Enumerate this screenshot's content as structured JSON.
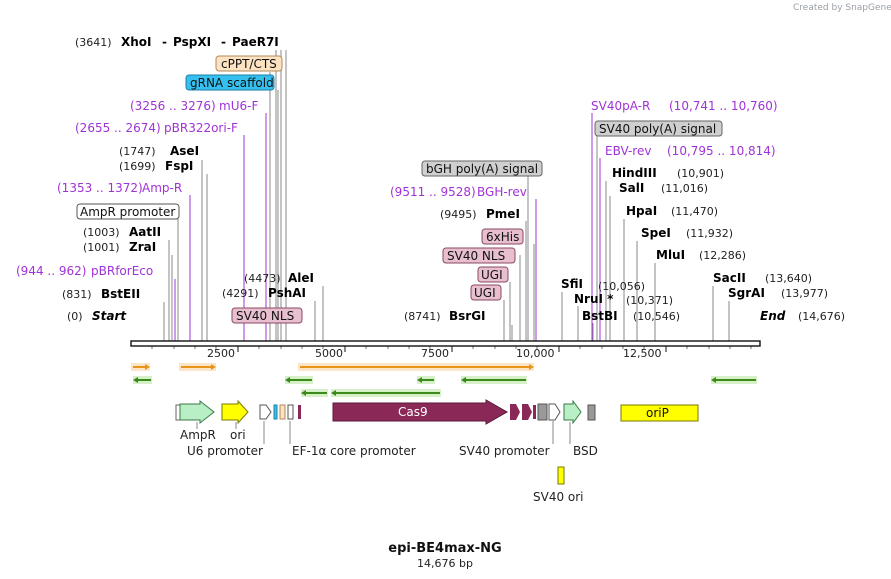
{
  "app": {
    "brand": "Created by SnapGene"
  },
  "plasmid": {
    "name": "epi-BE4max-NG",
    "size_label": "14,676 bp"
  },
  "axis": {
    "ticks": [
      "2500",
      "5000",
      "7500",
      "10,000",
      "12,500"
    ]
  },
  "left_sites": [
    {
      "pos": "(3641)",
      "names": [
        "XhoI",
        "PspXI",
        "PaeR7I"
      ]
    },
    {
      "pos": "(1747)",
      "name": "AseI"
    },
    {
      "pos": "(1699)",
      "name": "FspI"
    },
    {
      "pos": "(1003)",
      "name": "AatII"
    },
    {
      "pos": "(1001)",
      "name": "ZraI"
    },
    {
      "pos": "(831)",
      "name": "BstEII"
    },
    {
      "pos": "(0)",
      "name": "Start"
    },
    {
      "pos": "(4473)",
      "name": "AleI"
    },
    {
      "pos": "(4291)",
      "name": "PshAI"
    }
  ],
  "left_primers": [
    {
      "range": "(3256 .. 3276)",
      "name": "mU6-F"
    },
    {
      "range": "(2655 .. 2674)",
      "name": "pBR322ori-F"
    },
    {
      "range": "(1353 .. 1372)",
      "name": "Amp-R"
    },
    {
      "range": "(944 .. 962)",
      "name": "pBRforEco"
    }
  ],
  "left_boxes": [
    "cPPT/CTS",
    "gRNA scaffold",
    "AmpR promoter",
    "SV40 NLS"
  ],
  "middle_sites": [
    {
      "pos": "(9495)",
      "name": "PmeI"
    },
    {
      "pos": "(8741)",
      "name": "BsrGI"
    }
  ],
  "middle_primers": [
    {
      "range": "(9511 .. 9528)",
      "name": "BGH-rev"
    }
  ],
  "middle_boxes": [
    "bGH poly(A) signal",
    "6xHis",
    "SV40 NLS",
    "UGI",
    "UGI"
  ],
  "right_primers": [
    {
      "name": "SV40pA-R",
      "range": "(10,741 .. 10,760)"
    },
    {
      "name": "EBV-rev",
      "range": "(10,795 .. 10,814)"
    }
  ],
  "right_boxes": [
    "SV40 poly(A) signal"
  ],
  "right_sites": [
    {
      "name": "HindIII",
      "pos": "(10,901)"
    },
    {
      "name": "SalI",
      "pos": "(11,016)"
    },
    {
      "name": "HpaI",
      "pos": "(11,470)"
    },
    {
      "name": "SpeI",
      "pos": "(11,932)"
    },
    {
      "name": "MluI",
      "pos": "(12,286)"
    },
    {
      "name": "SfiI",
      "pos": "(10,056)"
    },
    {
      "name": "NruI *",
      "pos": "(10,371)"
    },
    {
      "name": "BstBI",
      "pos": "(10,546)"
    },
    {
      "name": "SacII",
      "pos": "(13,640)"
    },
    {
      "name": "SgrAI",
      "pos": "(13,977)"
    },
    {
      "name": "End",
      "pos": "(14,676)"
    }
  ],
  "features": {
    "cas9": "Cas9",
    "orip": "oriP",
    "labels": [
      "AmpR",
      "ori",
      "U6 promoter",
      "EF-1α core promoter",
      "SV40 promoter",
      "BSD",
      "SV40 ori"
    ]
  },
  "colors": {
    "orange_arrow": "#e8941a",
    "green_arrow": "#3c8a1c",
    "cas9": "#8a2958",
    "orip": "#ffff00",
    "primer_text": "#a033d6",
    "cppt_box": "#fde3c2",
    "grna_box": "#35c0f0",
    "pink_box": "#e8bfcf",
    "gray_box": "#cfcfcf",
    "ampr_arrow": "#b8efc4",
    "ori_arrow": "#ffff00"
  }
}
